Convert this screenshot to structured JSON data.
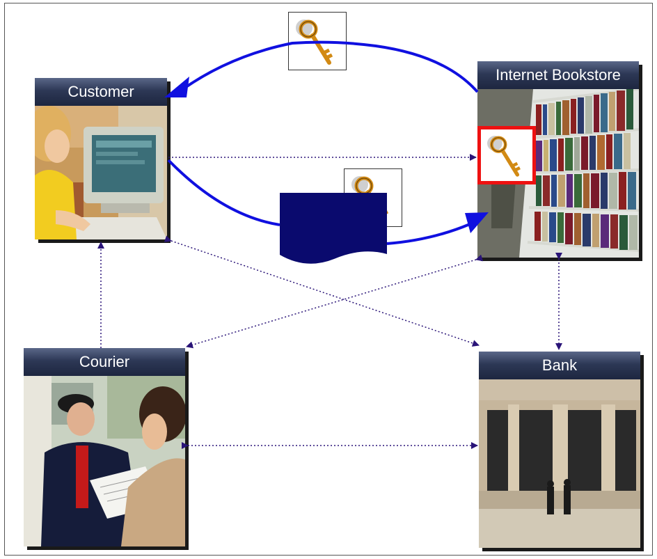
{
  "nodes": {
    "customer": {
      "label": "Customer"
    },
    "bookstore": {
      "label": "Internet Bookstore"
    },
    "courier": {
      "label": "Courier"
    },
    "bank": {
      "label": "Bank"
    }
  },
  "icons": {
    "key": "key-icon",
    "document": "document-icon"
  },
  "colors": {
    "title_bar": "#2d3856",
    "solid_arrow": "#1010e0",
    "dotted_arrow": "#2a1478",
    "highlight": "#ee1111",
    "document": "#0a0a6e"
  },
  "connections": [
    {
      "from": "bookstore",
      "to": "customer",
      "style": "solid",
      "carries": "key"
    },
    {
      "from": "customer",
      "to": "bookstore",
      "style": "solid",
      "carries": "document+key"
    },
    {
      "from": "customer",
      "to": "bookstore",
      "style": "dotted"
    },
    {
      "from": "customer",
      "to": "bank",
      "style": "dotted",
      "bidirectional": true
    },
    {
      "from": "bookstore",
      "to": "courier",
      "style": "dotted",
      "bidirectional": true
    },
    {
      "from": "bookstore",
      "to": "bank",
      "style": "dotted",
      "bidirectional": true
    },
    {
      "from": "courier",
      "to": "customer",
      "style": "dotted"
    },
    {
      "from": "courier",
      "to": "bank",
      "style": "dotted",
      "bidirectional": true
    }
  ]
}
